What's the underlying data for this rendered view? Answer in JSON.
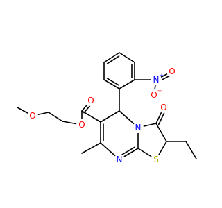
{
  "colors": {
    "bond": "#000000",
    "oxygen": "#ff0000",
    "nitrogen": "#0000ff",
    "sulfur": "#b2b200",
    "carbon": "#000000"
  },
  "atoms": [
    {
      "id": "s_ring",
      "symbol": "S",
      "element": "sulfur"
    },
    {
      "id": "n_ring",
      "symbol": "N",
      "element": "nitrogen"
    },
    {
      "id": "n_imine",
      "symbol": "N",
      "element": "nitrogen"
    },
    {
      "id": "n_nitro",
      "symbol": "N",
      "element": "nitrogen",
      "charge": "+"
    },
    {
      "id": "o_nitro_a",
      "symbol": "O",
      "element": "oxygen",
      "charge": "−"
    },
    {
      "id": "o_nitro_b",
      "symbol": "O",
      "element": "oxygen"
    },
    {
      "id": "o_ketone",
      "symbol": "O",
      "element": "oxygen"
    },
    {
      "id": "o_ester_co",
      "symbol": "O",
      "element": "oxygen"
    },
    {
      "id": "o_ester",
      "symbol": "O",
      "element": "oxygen"
    },
    {
      "id": "o_ether",
      "symbol": "O",
      "element": "oxygen"
    }
  ]
}
